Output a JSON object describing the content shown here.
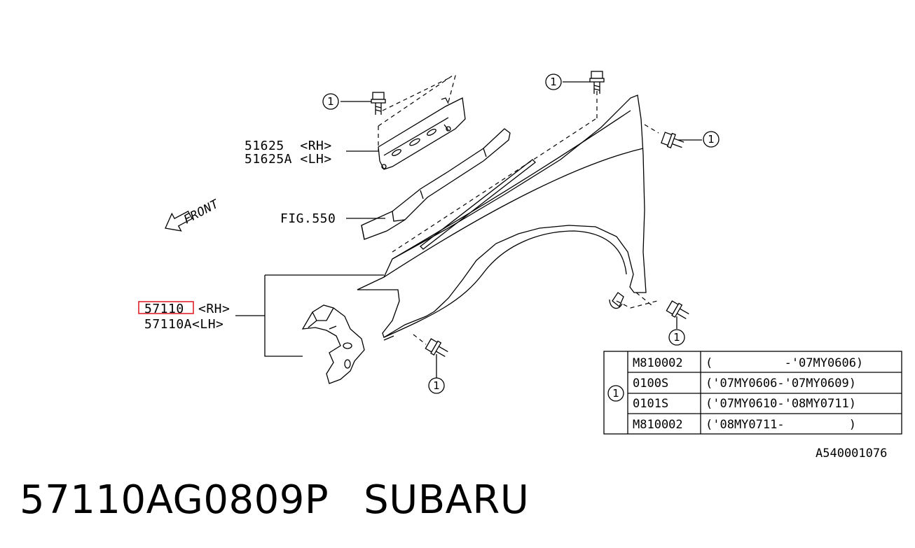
{
  "callout": "1",
  "labels": {
    "bracket_rh": "51625  <RH>",
    "bracket_lh": "51625A <LH>",
    "fig_ref": "FIG.550",
    "front": "FRONT",
    "fender_rh_num": "57110",
    "fender_rh_side": "<RH>",
    "fender_lh": "57110A<LH>",
    "drawing_id": "A540001076"
  },
  "highlight_color": "#e0212b",
  "table": {
    "callout": "1",
    "rows": [
      {
        "part": "M810002",
        "range": "(          -'07MY0606)"
      },
      {
        "part": "0100S",
        "range": "('07MY0606-'07MY0609)"
      },
      {
        "part": "0101S",
        "range": "('07MY0610-'08MY0711)"
      },
      {
        "part": "M810002",
        "range": "('08MY0711-         )"
      }
    ]
  },
  "footer": {
    "part_number": "57110AG0809P",
    "brand": "SUBARU"
  }
}
